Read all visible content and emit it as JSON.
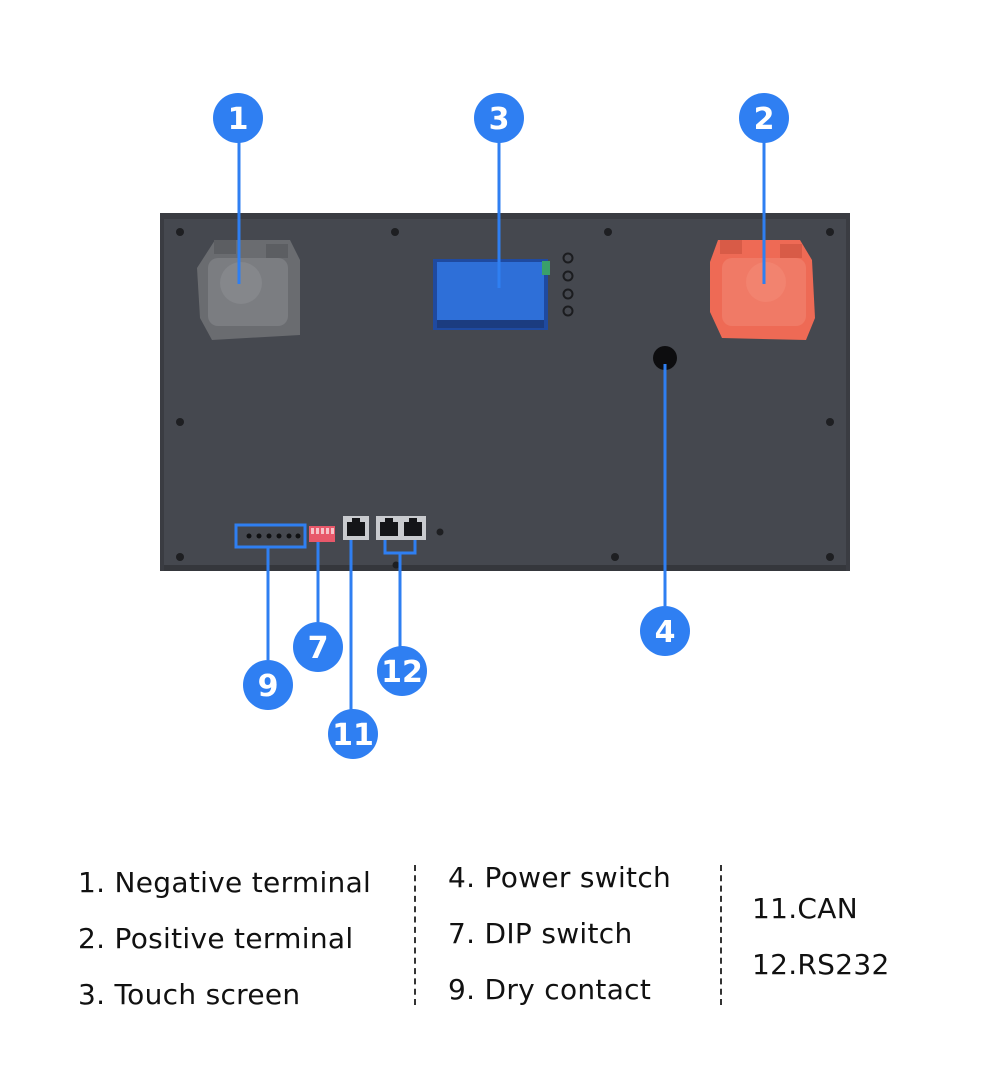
{
  "colors": {
    "callout": "#2f7ff2",
    "panel": "#45484f",
    "negative_terminal": "#6a6c70",
    "positive_terminal": "#ee6a55",
    "screen": "#2e6fd8",
    "dip_switch": "#e8586a"
  },
  "callouts": {
    "c1": "1",
    "c2": "2",
    "c3": "3",
    "c4": "4",
    "c7": "7",
    "c9": "9",
    "c11": "11",
    "c12": "12"
  },
  "legend": {
    "col1": [
      "1. Negative terminal",
      "2. Positive terminal",
      "3. Touch screen"
    ],
    "col2": [
      "4. Power switch",
      "7. DIP switch",
      "9. Dry contact"
    ],
    "col3": [
      "11.CAN",
      "12.RS232"
    ]
  }
}
